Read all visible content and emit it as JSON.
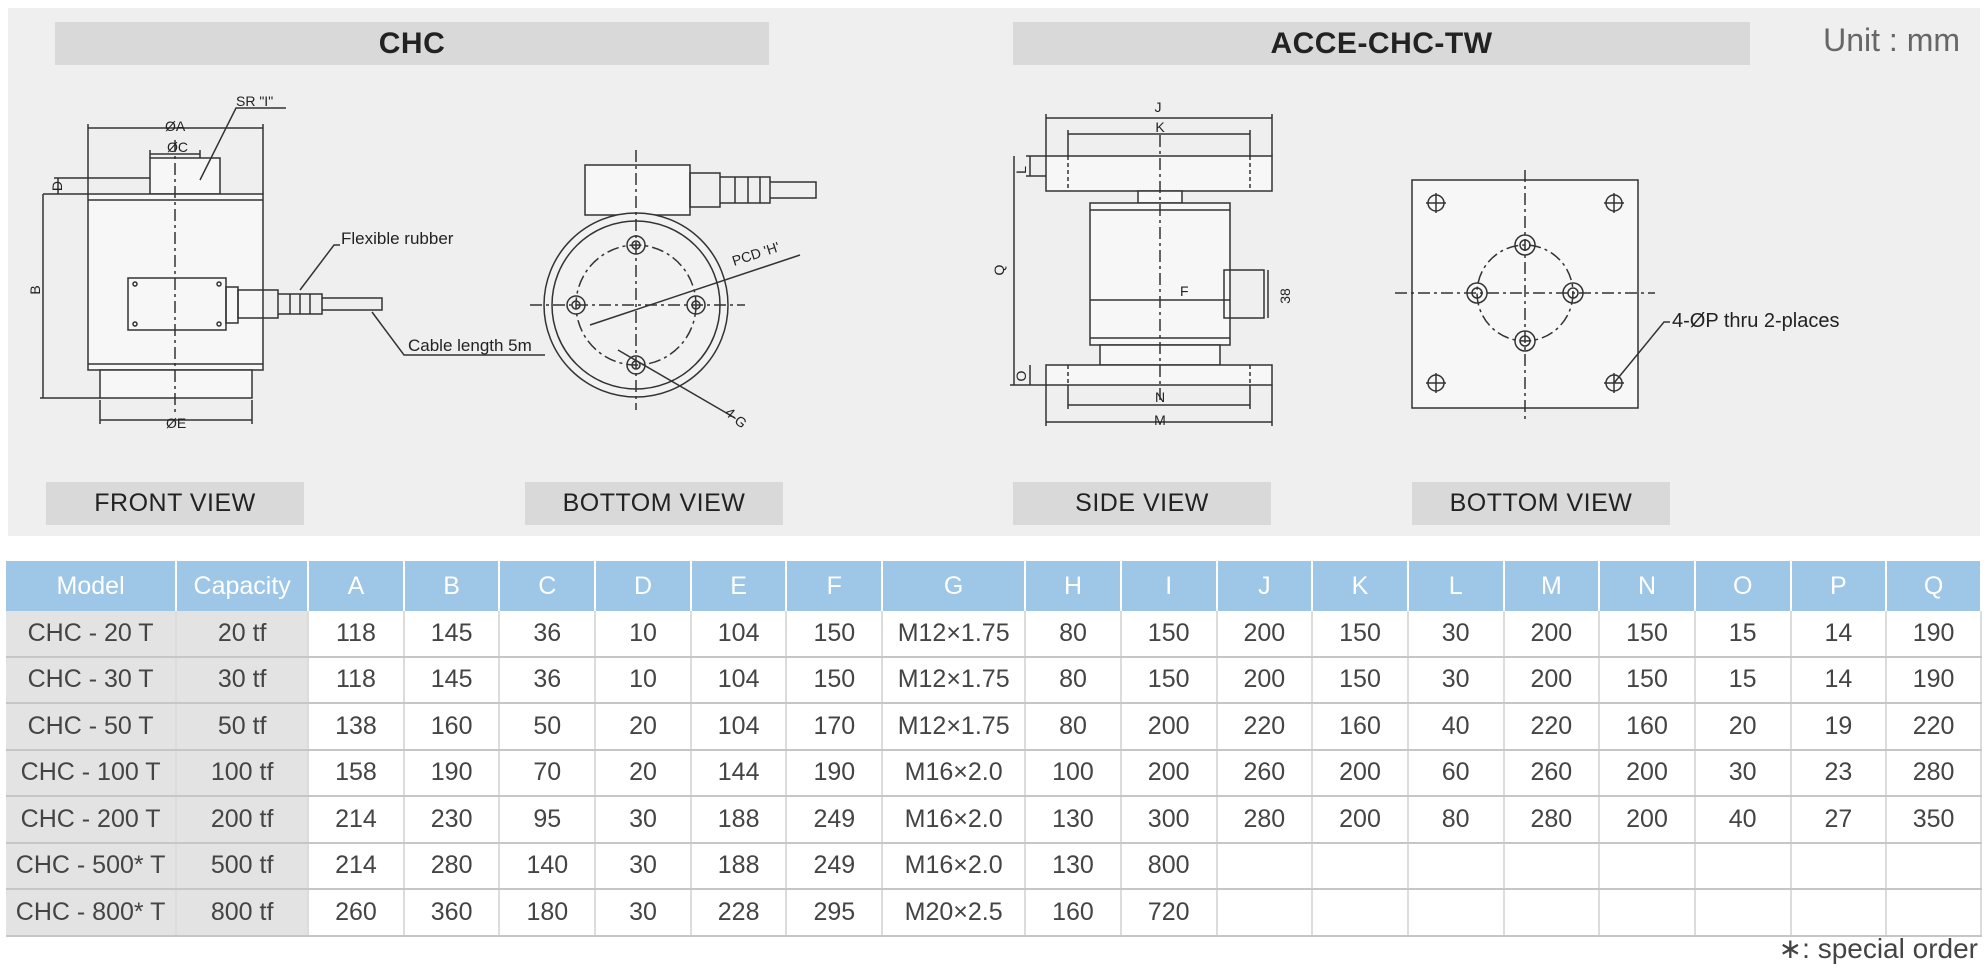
{
  "headers": {
    "left_title": "CHC",
    "right_title": "ACCE-CHC-TW",
    "unit": "Unit : mm"
  },
  "view_labels": {
    "front": "FRONT VIEW",
    "bottom_left": "BOTTOM VIEW",
    "side": "SIDE VIEW",
    "bottom_right": "BOTTOM VIEW"
  },
  "drawing_labels": {
    "dia_a": "ØA",
    "dia_c": "ØC",
    "sr_i": "SR \"I\"",
    "d": "D",
    "b": "B",
    "flexible_rubber": "Flexible rubber",
    "cable_length": "Cable length 5m",
    "dia_e": "ØE",
    "pcd_h": "PCD 'H'",
    "four_g": "4-G",
    "j": "J",
    "k": "K",
    "l": "L",
    "q": "Q",
    "f": "F",
    "dim_38": "38",
    "o": "O",
    "n": "N",
    "m": "M",
    "holes_p": "4-ØP thru 2-places"
  },
  "table": {
    "columns": [
      "Model",
      "Capacity",
      "A",
      "B",
      "C",
      "D",
      "E",
      "F",
      "G",
      "H",
      "I",
      "J",
      "K",
      "L",
      "M",
      "N",
      "O",
      "P",
      "Q"
    ],
    "rows": [
      [
        "CHC - 20 T",
        "20 tf",
        "118",
        "145",
        "36",
        "10",
        "104",
        "150",
        "M12×1.75",
        "80",
        "150",
        "200",
        "150",
        "30",
        "200",
        "150",
        "15",
        "14",
        "190"
      ],
      [
        "CHC - 30 T",
        "30 tf",
        "118",
        "145",
        "36",
        "10",
        "104",
        "150",
        "M12×1.75",
        "80",
        "150",
        "200",
        "150",
        "30",
        "200",
        "150",
        "15",
        "14",
        "190"
      ],
      [
        "CHC - 50 T",
        "50 tf",
        "138",
        "160",
        "50",
        "20",
        "104",
        "170",
        "M12×1.75",
        "80",
        "200",
        "220",
        "160",
        "40",
        "220",
        "160",
        "20",
        "19",
        "220"
      ],
      [
        "CHC - 100 T",
        "100 tf",
        "158",
        "190",
        "70",
        "20",
        "144",
        "190",
        "M16×2.0",
        "100",
        "200",
        "260",
        "200",
        "60",
        "260",
        "200",
        "30",
        "23",
        "280"
      ],
      [
        "CHC - 200 T",
        "200 tf",
        "214",
        "230",
        "95",
        "30",
        "188",
        "249",
        "M16×2.0",
        "130",
        "300",
        "280",
        "200",
        "80",
        "280",
        "200",
        "40",
        "27",
        "350"
      ],
      [
        "CHC - 500* T",
        "500 tf",
        "214",
        "280",
        "140",
        "30",
        "188",
        "249",
        "M16×2.0",
        "130",
        "800",
        "",
        "",
        "",
        "",
        "",
        "",
        "",
        ""
      ],
      [
        "CHC - 800* T",
        "800 tf",
        "260",
        "360",
        "180",
        "30",
        "228",
        "295",
        "M20×2.5",
        "160",
        "720",
        "",
        "",
        "",
        "",
        "",
        "",
        "",
        ""
      ]
    ]
  },
  "footnote": "∗: special order"
}
